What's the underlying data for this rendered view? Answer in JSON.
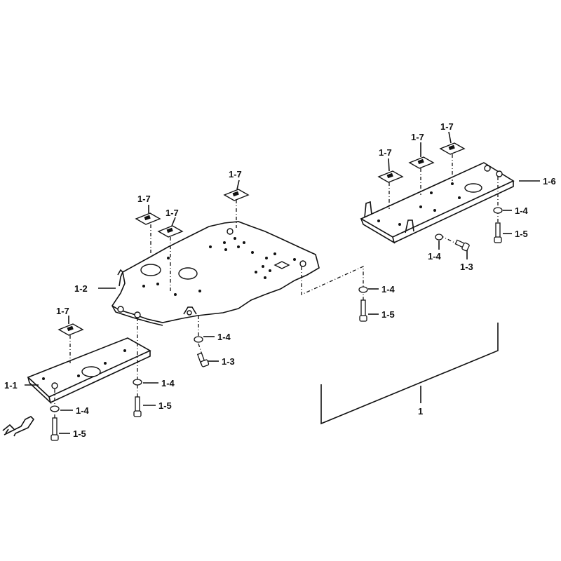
{
  "labels": {
    "part_1": "1",
    "part_1_1": "1-1",
    "part_1_2": "1-2",
    "part_1_3": "1-3",
    "part_1_4": "1-4",
    "part_1_5": "1-5",
    "part_1_6": "1-6",
    "part_1_7": "1-7"
  },
  "colors": {
    "line": "#111111",
    "background": "#ffffff"
  }
}
